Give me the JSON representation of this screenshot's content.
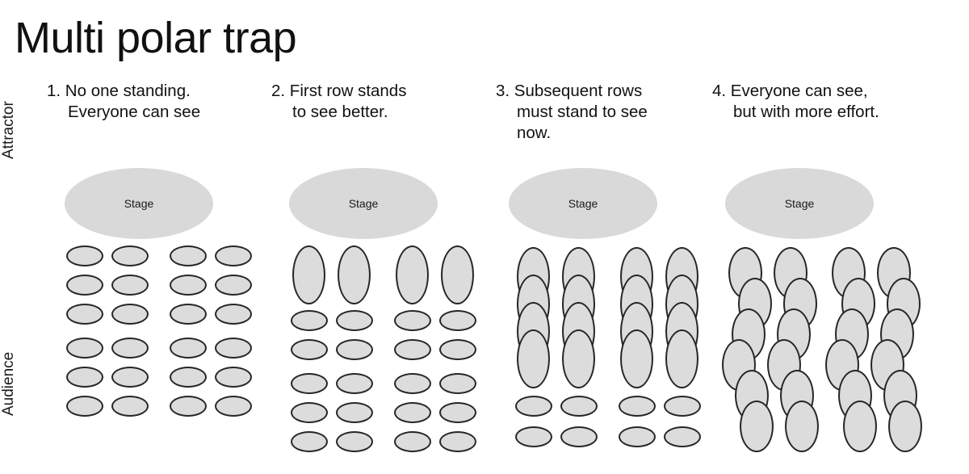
{
  "title": "Multi polar trap",
  "axis_labels": {
    "top": "Attractor",
    "bottom": "Audience"
  },
  "stage_label": "Stage",
  "colors": {
    "background": "#ffffff",
    "stage_fill": "#d9d9d9",
    "person_fill": "#dcdcdc",
    "person_stroke": "#262626",
    "text": "#111111"
  },
  "panels": [
    {
      "number": "1.",
      "caption": "1. No one standing.\nEveryone can see",
      "stage_label": "Stage",
      "standing_rows": 0,
      "seated_rows": 6,
      "columns": 4,
      "layout": "grid"
    },
    {
      "number": "2.",
      "caption": "2. First row stands\nto see better.",
      "stage_label": "Stage",
      "standing_rows": 1,
      "seated_rows": 5,
      "columns": 4,
      "layout": "grid"
    },
    {
      "number": "3.",
      "caption": "3. Subsequent rows\nmust stand to see\nnow.",
      "stage_label": "Stage",
      "standing_rows": 4,
      "seated_rows": 2,
      "columns": 4,
      "layout": "grid-overlap"
    },
    {
      "number": "4.",
      "caption": "4. Everyone can see,\nbut with more effort.",
      "stage_label": "Stage",
      "standing_rows": 6,
      "seated_rows": 0,
      "columns": 4,
      "layout": "staggered-overlap"
    }
  ]
}
